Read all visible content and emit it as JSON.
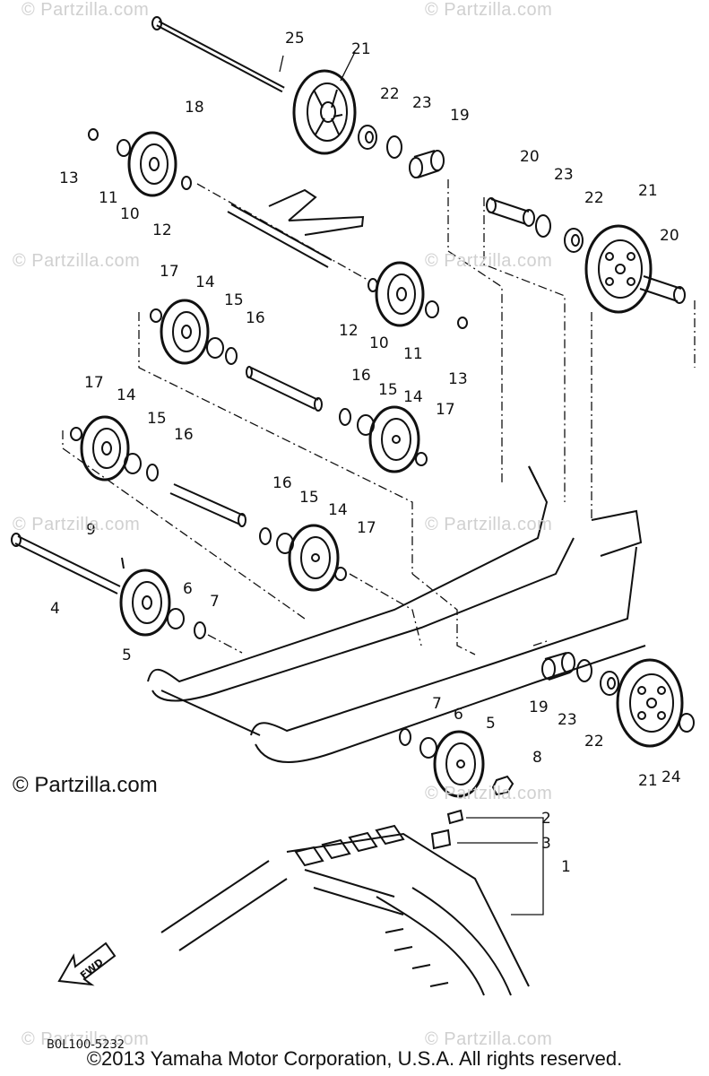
{
  "watermark": "© Partzilla.com",
  "credit": "© Partzilla.com",
  "drawing_number": "B0L100-5232",
  "fwd_label": "FWD",
  "copyright": "©2013 Yamaha Motor Corporation, U.S.A. All rights reserved.",
  "callouts": [
    "25",
    "21",
    "18",
    "22",
    "23",
    "19",
    "13",
    "11",
    "10",
    "12",
    "20",
    "23",
    "22",
    "21",
    "20",
    "17",
    "14",
    "15",
    "16",
    "12",
    "10",
    "11",
    "13",
    "16",
    "15",
    "14",
    "17",
    "17",
    "14",
    "15",
    "16",
    "16",
    "15",
    "14",
    "17",
    "9",
    "4",
    "6",
    "7",
    "5",
    "7",
    "6",
    "5",
    "8",
    "19",
    "23",
    "22",
    "21",
    "24",
    "2",
    "3",
    "1"
  ]
}
